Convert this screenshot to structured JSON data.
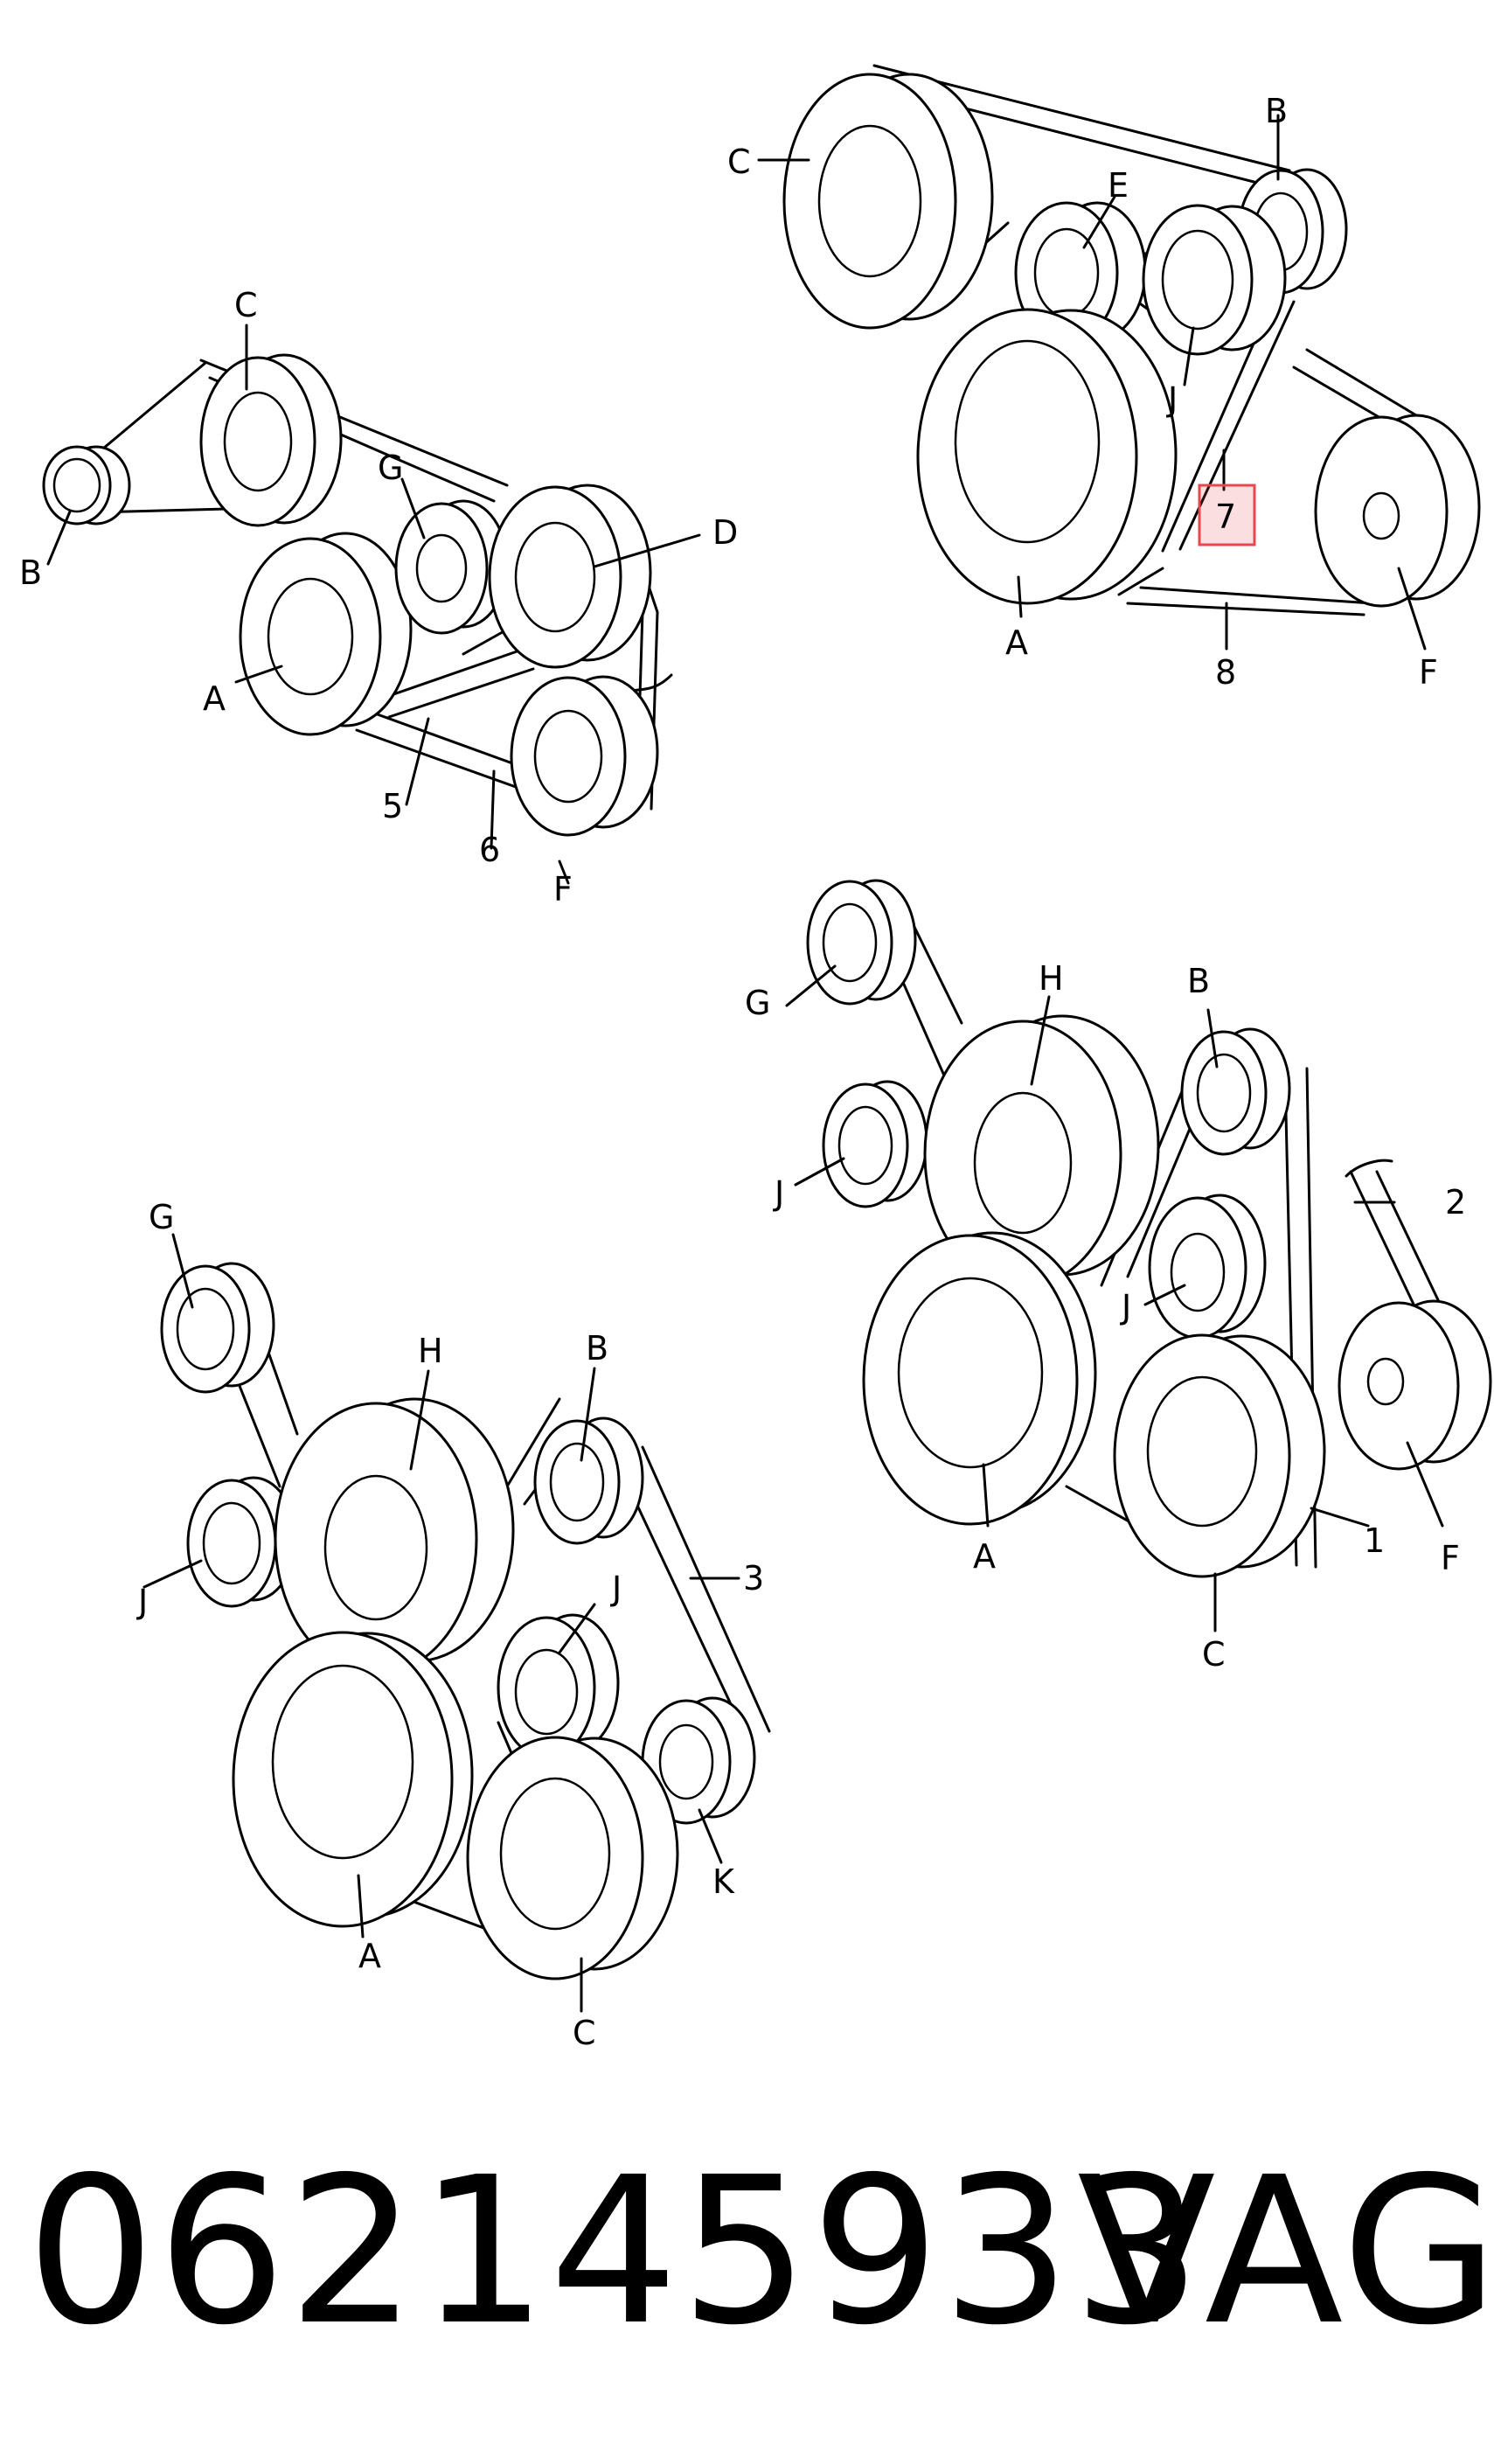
{
  "diagrams": [
    {
      "id": "d1",
      "labels": {
        "a": "A",
        "b": "B",
        "c": "C",
        "d": "D",
        "f": "F",
        "g": "G",
        "n5": "5",
        "n6": "6"
      }
    },
    {
      "id": "d2",
      "labels": {
        "a": "A",
        "b": "B",
        "c": "C",
        "e": "E",
        "f": "F",
        "j": "J",
        "n7": "7",
        "n8": "8"
      },
      "highlighted": "7",
      "highlight_color": "#e8484d"
    },
    {
      "id": "d3",
      "labels": {
        "a": "A",
        "b": "B",
        "c": "C",
        "f": "F",
        "g": "G",
        "h": "H",
        "j1": "J",
        "j2": "J",
        "n1": "1",
        "n2": "2"
      }
    },
    {
      "id": "d4",
      "labels": {
        "a": "A",
        "b": "B",
        "c": "C",
        "g": "G",
        "h": "H",
        "j1": "J",
        "j2": "J",
        "k": "K",
        "n3": "3"
      }
    }
  ],
  "footer": {
    "part_number": "062145933",
    "brand": "VAG"
  },
  "colors": {
    "line": "#000000",
    "background": "#ffffff",
    "highlight": "#e8484d"
  }
}
